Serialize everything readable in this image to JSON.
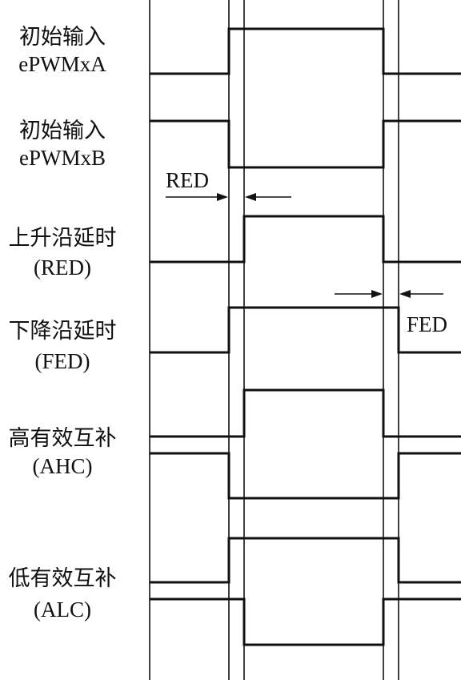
{
  "signals": [
    {
      "name": "初始输入",
      "sub": "ePWMxA"
    },
    {
      "name": "初始输入",
      "sub": "ePWMxB"
    },
    {
      "name": "上升沿延时",
      "sub": "(RED)"
    },
    {
      "name": "下降沿延时",
      "sub": "(FED)"
    },
    {
      "name": "高有效互补",
      "sub": "(AHC)"
    },
    {
      "name": "低有效互补",
      "sub": "(ALC)"
    }
  ],
  "annotations": {
    "red": "RED",
    "fed": "FED"
  }
}
